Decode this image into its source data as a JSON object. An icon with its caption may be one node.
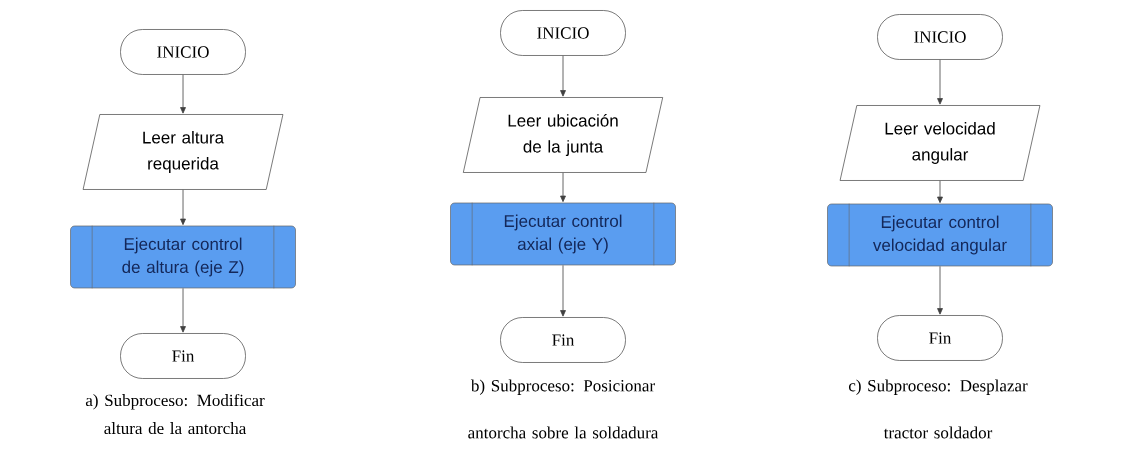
{
  "diagram": {
    "nodes": [
      {
        "text": [
          "INICIO"
        ]
      },
      {
        "text": [
          "Leer altura requerida"
        ]
      },
      {
        "text": [
          "Ejecutar control de altura (eje Z)"
        ]
      },
      {
        "text": [
          "Fin"
        ]
      },
      {
        "text": [
          "INICIO"
        ]
      },
      {
        "text": [
          "Leer ubicación de la junta"
        ]
      },
      {
        "text": [
          "Ejecutar control axial (eje Y)"
        ]
      },
      {
        "text": [
          "Fin"
        ]
      },
      {
        "text": [
          "INICIO"
        ]
      },
      {
        "text": [
          "Leer velocidad angular"
        ]
      },
      {
        "text": [
          "Ejecutar control velocidad angular"
        ]
      },
      {
        "text": [
          "Fin"
        ]
      }
    ],
    "edges": [
      {
        "from": 0,
        "to": 1,
        "arrow": "to"
      },
      {
        "from": 1,
        "to": 2,
        "arrow": "to"
      },
      {
        "from": 2,
        "to": 3,
        "arrow": "to"
      },
      {
        "from": 4,
        "to": 5,
        "arrow": "to"
      },
      {
        "from": 5,
        "to": 6,
        "arrow": "to"
      },
      {
        "from": 6,
        "to": 7,
        "arrow": "to"
      },
      {
        "from": 8,
        "to": 9,
        "arrow": "to"
      },
      {
        "from": 9,
        "to": 10,
        "arrow": "to"
      },
      {
        "from": 10,
        "to": 11,
        "arrow": "to"
      }
    ],
    "labels": [
      "a) Subproceso: Modificar altura de la antorcha",
      "b) Subproceso: Posicionar antorcha sobre la soldadura",
      "c) Subproceso: Desplazar tractor soldador"
    ]
  }
}
